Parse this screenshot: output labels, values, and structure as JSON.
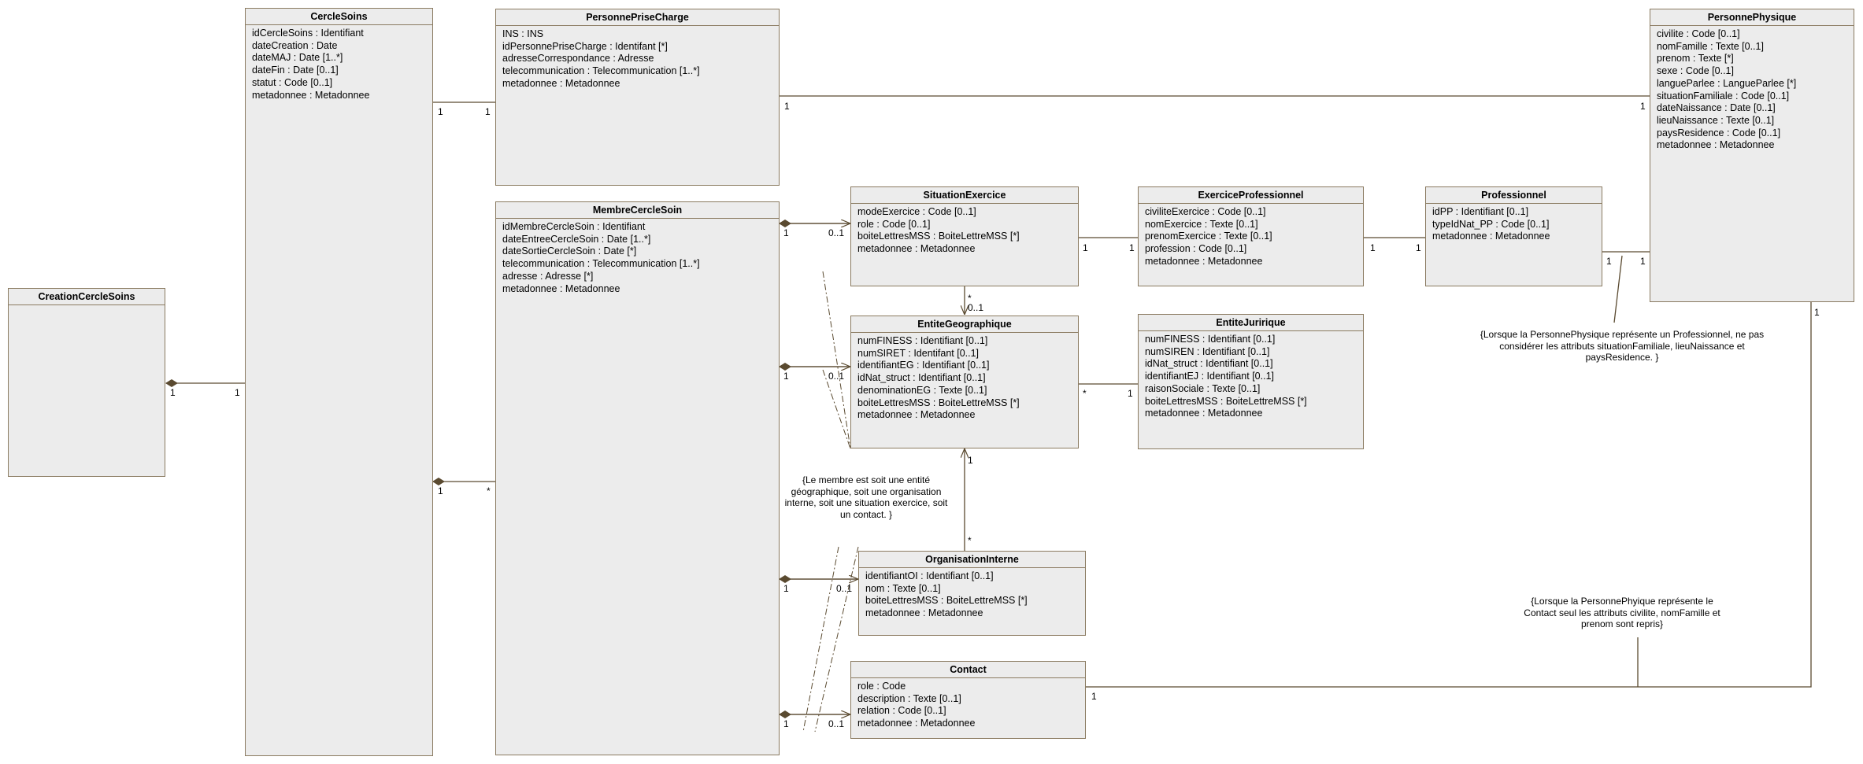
{
  "classes": {
    "creation": {
      "name": "CreationCercleSoins",
      "attrs": []
    },
    "cercle": {
      "name": "CercleSoins",
      "attrs": [
        "idCercleSoins : Identifiant",
        "dateCreation : Date",
        "dateMAJ : Date [1..*]",
        "dateFin : Date [0..1]",
        "statut : Code [0..1]",
        "metadonnee : Metadonnee"
      ]
    },
    "ppc": {
      "name": "PersonnePriseCharge",
      "attrs": [
        "INS : INS",
        "idPersonnePriseCharge : Identifant [*]",
        "adresseCorrespondance : Adresse",
        "telecommunication : Telecommunication [1..*]",
        "metadonnee : Metadonnee"
      ]
    },
    "membre": {
      "name": "MembreCercleSoin",
      "attrs": [
        "idMembreCercleSoin : Identifiant",
        "dateEntreeCercleSoin : Date [1..*]",
        "dateSortieCercleSoin : Date [*]",
        "telecommunication : Telecommunication [1..*]",
        "adresse : Adresse [*]",
        "metadonnee : Metadonnee"
      ]
    },
    "situation": {
      "name": "SituationExercice",
      "attrs": [
        "modeExercice : Code [0..1]",
        "role : Code [0..1]",
        "boiteLettresMSS : BoiteLettreMSS [*]",
        "metadonnee : Metadonnee"
      ]
    },
    "exercice": {
      "name": "ExerciceProfessionnel",
      "attrs": [
        "civiliteExercice : Code [0..1]",
        "nomExercice : Texte [0..1]",
        "prenomExercice : Texte [0..1]",
        "profession : Code [0..1]",
        "metadonnee : Metadonnee"
      ]
    },
    "professionnel": {
      "name": "Professionnel",
      "attrs": [
        "idPP : Identifiant [0..1]",
        "typeIdNat_PP : Code [0..1]",
        "metadonnee : Metadonnee"
      ]
    },
    "personne": {
      "name": "PersonnePhysique",
      "attrs": [
        "civilite : Code [0..1]",
        "nomFamille : Texte [0..1]",
        "prenom : Texte [*]",
        "sexe : Code [0..1]",
        "langueParlee : LangueParlee [*]",
        "situationFamiliale : Code [0..1]",
        "dateNaissance : Date [0..1]",
        "lieuNaissance : Texte [0..1]",
        "paysResidence : Code [0..1]",
        "metadonnee : Metadonnee"
      ]
    },
    "entiteGeo": {
      "name": "EntiteGeographique",
      "attrs": [
        "numFINESS : Identifiant [0..1]",
        "numSIRET : Identifant [0..1]",
        "identifiantEG : Identifiant [0..1]",
        "idNat_struct : Identifiant [0..1]",
        "denominationEG : Texte [0..1]",
        "boiteLettresMSS : BoiteLettreMSS [*]",
        "metadonnee : Metadonnee"
      ]
    },
    "entiteJur": {
      "name": "EntiteJuririque",
      "attrs": [
        "numFINESS : Identifiant [0..1]",
        "numSIREN : Identifiant [0..1]",
        "idNat_struct : Identifiant [0..1]",
        "identifiantEJ : Identifiant [0..1]",
        "raisonSociale : Texte [0..1]",
        "boiteLettresMSS : BoiteLettreMSS [*]",
        "metadonnee : Metadonnee"
      ]
    },
    "orgInterne": {
      "name": "OrganisationInterne",
      "attrs": [
        "identifiantOI : Identifiant [0..1]",
        "nom : Texte [0..1]",
        "boiteLettresMSS : BoiteLettreMSS [*]",
        "metadonnee : Metadonnee"
      ]
    },
    "contact": {
      "name": "Contact",
      "attrs": [
        "role : Code",
        "description : Texte [0..1]",
        "relation : Code [0..1]",
        "metadonnee : Metadonnee"
      ]
    }
  },
  "multiplicities": {
    "creation_cercle_a": "1",
    "creation_cercle_b": "1",
    "cercle_ppc_a": "1",
    "cercle_ppc_b": "1",
    "cercle_membre_a": "1",
    "cercle_membre_b": "*",
    "ppc_personne_a": "1",
    "ppc_personne_b": "1",
    "membre_situation_a": "1",
    "membre_situation_b": "0..1",
    "membre_entite_a": "1",
    "membre_entite_b": "0..1",
    "membre_org_a": "1",
    "membre_org_b": "0..1",
    "membre_contact_a": "1",
    "membre_contact_b": "0..1",
    "situation_exercice_a": "1",
    "situation_exercice_b": "1",
    "exercice_prof_a": "1",
    "exercice_prof_b": "1",
    "prof_personne_a": "1",
    "prof_personne_b": "1",
    "situation_entite_a": "*",
    "situation_entite_b": "0..1",
    "entite_jur_a": "*",
    "entite_jur_b": "1",
    "org_entite_a": "*",
    "org_entite_b": "1",
    "contact_personne_a": "1",
    "contact_personne_b": "1"
  },
  "notes": {
    "membre": [
      "{Le membre est soit une entité",
      "géographique, soit une organisation",
      "interne, soit une situation exercice, soit",
      "un contact. }"
    ],
    "professionnel": [
      "{Lorsque la PersonnePhysique représente un Professionnel, ne pas",
      "considérer les attributs situationFamiliale, lieuNaissance et",
      "paysResidence. }"
    ],
    "contact": [
      "{Lorsque la PersonnePhyique représente le",
      "Contact seul les attributs civilite, nomFamille et",
      "prenom sont repris}"
    ]
  }
}
